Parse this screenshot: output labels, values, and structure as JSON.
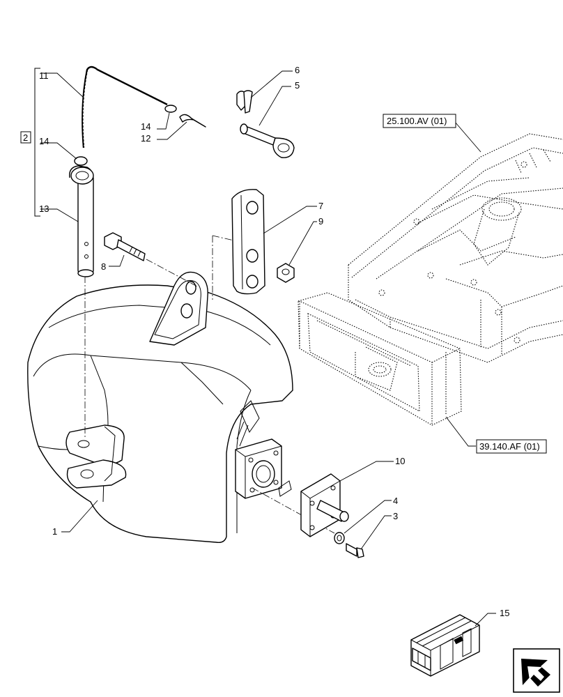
{
  "callouts": {
    "c1": "1",
    "c2": "2",
    "c3": "3",
    "c4": "4",
    "c5": "5",
    "c6": "6",
    "c7": "7",
    "c8": "8",
    "c9": "9",
    "c10": "10",
    "c11": "11",
    "c12": "12",
    "c13": "13",
    "c14a": "14",
    "c14b": "14",
    "c15": "15"
  },
  "references": {
    "frame": "25.100.AV (01)",
    "support": "39.140.AF (01)"
  },
  "icons": {
    "nav": "next-page-arrow-icon"
  }
}
